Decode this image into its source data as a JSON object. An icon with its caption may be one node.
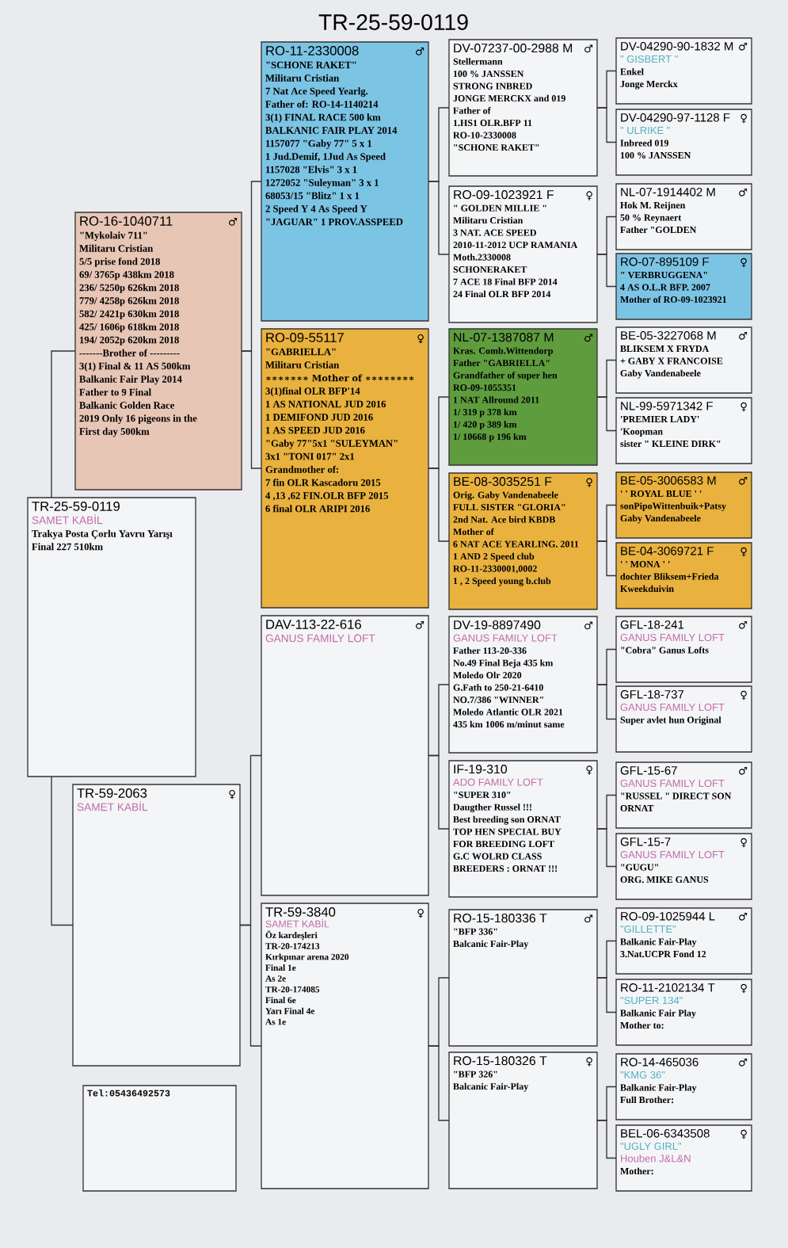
{
  "diagram": {
    "title": "TR-25-59-0119",
    "nodes": [
      {
        "text": [
          "TR-25-59-0119",
          "SAMET KABİL",
          "Trakya Posta Çorlu Yavru Yarışı",
          "Final 227  510km"
        ]
      },
      {
        "text": [
          "RO-16-1040711",
          "♂",
          "\"Mykolaiv 711\"",
          "Militaru Cristian",
          "5/5 prise fond 2018",
          "69/ 3765p 438km 2018",
          "236/ 5250p 626km 2018",
          "779/ 4258p 626km 2018",
          "582/ 2421p 630km 2018",
          "425/ 1606p 618km 2018",
          "194/ 2052p 620km 2018",
          "-------Brother of ---------",
          "3(1) Final & 11 AS 500km",
          "Balkanic Fair Play 2014",
          "Father to 9 Final",
          "Balkanic Golden Race",
          "2019 Only 16 pigeons in the",
          "First day 500km"
        ]
      },
      {
        "text": [
          "TR-59-2063",
          "♀",
          "SAMET KABİL"
        ]
      },
      {
        "text": [
          "RO-11-2330008",
          "♂",
          "\"SCHONE RAKET\"",
          "Militaru Cristian",
          "7 Nat Ace Speed Yearlg.",
          "Father of: RO-14-1140214",
          "3(1) FINAL RACE 500 km",
          "BALKANIC FAIR PLAY 2014",
          "1157077 \"Gaby 77\" 5 x 1",
          "1 Jud.Demif, 1Jud As Speed",
          "1157028 \"Elvis\" 3 x 1",
          "1272052 \"Suleyman\" 3 x 1",
          "68053/15 \"Blitz\" 1 x 1",
          "2 Speed Y 4 As Speed Y",
          "\"JAGUAR\" 1 PROV.ASSPEED"
        ]
      },
      {
        "text": [
          "RO-09-55117",
          "♀",
          "\"GABRIELLA\"",
          "Militaru Cristian",
          "∗∗∗∗∗∗∗ Mother of ∗∗∗∗∗∗∗∗",
          "3(1)final OLR BFP'14",
          "1 AS NATIONAL JUD 2016",
          "1 DEMIFOND JUD 2016",
          "1 AS SPEED JUD 2016",
          "\"Gaby 77\"5x1 \"SULEYMAN\"",
          "3x1  \"TONI 017\" 2x1",
          "Grandmother of:",
          "7 fin OLR Kascadoru 2015",
          "4 ,13 ,62 FIN.OLR BFP 2015",
          "6 final OLR ARIPI 2016"
        ]
      },
      {
        "text": [
          "DAV-113-22-616",
          "♂",
          "GANUS FAMILY LOFT"
        ]
      },
      {
        "text": [
          "TR-59-3840",
          "♀",
          "SAMET KABİL",
          "Öz kardeşleri",
          "TR-20-174213",
          "Kırkpınar arena 2020",
          "Final 1e",
          "As 2e",
          "TR-20-174085",
          "Final 6e",
          "Yarı Final 4e",
          "As 1e"
        ]
      },
      {
        "text": [
          "DV-07237-00-2988 M",
          "♂",
          "Stellermann",
          "100 % JANSSEN",
          "STRONG INBRED",
          "JONGE MERCKX and 019",
          "Father of",
          "1.HS1 OLR.BFP 11",
          "RO-10-2330008",
          "\"SCHONE RAKET\""
        ]
      },
      {
        "text": [
          "RO-09-1023921 F",
          "♀",
          "\" GOLDEN MILLIE \"",
          "Militaru Cristian",
          "3 NAT. ACE SPEED",
          "2010-11-2012 UCP RAMANIA",
          "Moth.2330008",
          "SCHONERAKET",
          "7 ACE 18 Final BFP 2014",
          "24 Final OLR BFP 2014"
        ]
      },
      {
        "text": [
          "NL-07-1387087 M",
          "♂",
          "Kras. Comb.Wittendorp",
          "Father \"GABRIELLA\"",
          "Grandfather of super hen",
          "RO-09-1055351",
          "1 NAT Allround 2011",
          "1/ 319 p 378 km",
          "1/ 420 p 389 km",
          "1/ 10668 p 196 km"
        ]
      },
      {
        "text": [
          "BE-08-3035251 F",
          "♀",
          "Orig. Gaby Vandenabeele",
          "FULL SISTER \"GLORIA\"",
          "2nd Nat. Ace bird KBDB",
          "Mother of",
          "6 NAT ACE YEARLING. 2011",
          "1 AND 2 Speed club",
          "RO-11-2330001,0002",
          "1 , 2 Speed young b.club"
        ]
      },
      {
        "text": [
          "DV-19-8897490",
          "♂",
          "GANUS FAMILY LOFT",
          "Father 113-20-336",
          "No.49 Final Beja 435 km",
          "Moledo Olr 2020",
          "G.Fath to 250-21-6410",
          "NO.7/386 \"WINNER\"",
          "Moledo Atlantic OLR 2021",
          "435 km 1006 m/minut same"
        ]
      },
      {
        "text": [
          "IF-19-310",
          "♀",
          "ADO FAMILY LOFT",
          "\"SUPER 310\"",
          "Daugther Russel !!!",
          "Best breeding son ORNAT",
          "TOP HEN SPECIAL BUY",
          "FOR BREEDING LOFT",
          "G.C WOLRD CLASS",
          "BREEDERS : ORNAT !!!"
        ]
      },
      {
        "text": [
          "RO-15-180336 T",
          "♂",
          "\"BFP 336\"",
          "Balcanic Fair-Play"
        ]
      },
      {
        "text": [
          "RO-15-180326 T",
          "♀",
          "\"BFP 326\"",
          "Balcanic Fair-Play"
        ]
      },
      {
        "text": [
          "DV-04290-90-1832 M",
          "♂",
          "\" GISBERT \"",
          "Enkel",
          "Jonge Merckx"
        ]
      },
      {
        "text": [
          "DV-04290-97-1128 F",
          "♀",
          "\" ULRIKE \"",
          "Inbreed 019",
          "100 % JANSSEN"
        ]
      },
      {
        "text": [
          "NL-07-1914402 M",
          "♂",
          "Hok M. Reijnen",
          "50 % Reynaert",
          "Father \"GOLDEN"
        ]
      },
      {
        "text": [
          "RO-07-895109 F",
          "♀",
          "\" VERBRUGGENA\"",
          "4 AS O.L.R BFP. 2007",
          "Mother of RO-09-1023921"
        ]
      },
      {
        "text": [
          "BE-05-3227068 M",
          "♂",
          "BLIKSEM X FRYDA",
          "+ GABY X FRANCOISE",
          "Gaby Vandenabeele"
        ]
      },
      {
        "text": [
          "NL-99-5971342 F",
          "♀",
          "'PREMIER LADY'",
          "'Koopman",
          "sister \" KLEINE DIRK\""
        ]
      },
      {
        "text": [
          "BE-05-3006583 M",
          "♂",
          "' ' ROYAL BLUE ' '",
          "sonPipoWittenbuik+Patsy",
          "Gaby Vandenabeele"
        ]
      },
      {
        "text": [
          "BE-04-3069721 F",
          "♀",
          "' ' MONA ' '",
          "dochter Bliksem+Frieda",
          "Kweekduivin"
        ]
      },
      {
        "text": [
          "GFL-18-241",
          "♂",
          "GANUS FAMILY LOFT",
          "\"Cobra\" Ganus Lofts"
        ]
      },
      {
        "text": [
          "GFL-18-737",
          "♀",
          "GANUS FAMILY LOFT",
          "Super avlet hun Original"
        ]
      },
      {
        "text": [
          "GFL-15-67",
          "♂",
          "GANUS FAMILY LOFT",
          "\"RUSSEL \" DIRECT SON ORNAT"
        ]
      },
      {
        "text": [
          "GFL-15-7",
          "♀",
          "GANUS FAMILY LOFT",
          "\"GUGU\"",
          "ORG. MIKE GANUS"
        ]
      },
      {
        "text": [
          "RO-09-1025944 L",
          "♂",
          "\"GILLETTE\"",
          "Balkanic Fair-Play",
          "3.Nat.UCPR Fond 12"
        ]
      },
      {
        "text": [
          "RO-11-2102134 T",
          "♀",
          "\"SUPER 134\"",
          "Balkanic Fair Play",
          "Mother to:"
        ]
      },
      {
        "text": [
          "RO-14-465036",
          "♂",
          "\"KMG 36\"",
          "Balkanic Fair-Play",
          "Full Brother:"
        ]
      },
      {
        "text": [
          "BEL-06-6343508",
          "♀",
          "\"UGLY GIRL\"",
          "Houben J&L&N",
          "Mother:"
        ]
      },
      {
        "text": [
          "Tel:05436492573"
        ]
      }
    ],
    "edges": [
      {
        "from": 0,
        "to": 1,
        "arrow": "none"
      },
      {
        "from": 0,
        "to": 2,
        "arrow": "none"
      },
      {
        "from": 1,
        "to": 3,
        "arrow": "none"
      },
      {
        "from": 1,
        "to": 4,
        "arrow": "none"
      },
      {
        "from": 2,
        "to": 5,
        "arrow": "none"
      },
      {
        "from": 2,
        "to": 6,
        "arrow": "none"
      },
      {
        "from": 3,
        "to": 7,
        "arrow": "none"
      },
      {
        "from": 3,
        "to": 8,
        "arrow": "none"
      },
      {
        "from": 4,
        "to": 9,
        "arrow": "none"
      },
      {
        "from": 4,
        "to": 10,
        "arrow": "none"
      },
      {
        "from": 5,
        "to": 11,
        "arrow": "none"
      },
      {
        "from": 5,
        "to": 12,
        "arrow": "none"
      },
      {
        "from": 6,
        "to": 13,
        "arrow": "none"
      },
      {
        "from": 6,
        "to": 14,
        "arrow": "none"
      },
      {
        "from": 7,
        "to": 15,
        "arrow": "none"
      },
      {
        "from": 7,
        "to": 16,
        "arrow": "none"
      },
      {
        "from": 8,
        "to": 17,
        "arrow": "none"
      },
      {
        "from": 8,
        "to": 18,
        "arrow": "none"
      },
      {
        "from": 9,
        "to": 19,
        "arrow": "none"
      },
      {
        "from": 9,
        "to": 20,
        "arrow": "none"
      },
      {
        "from": 10,
        "to": 21,
        "arrow": "none"
      },
      {
        "from": 10,
        "to": 22,
        "arrow": "none"
      },
      {
        "from": 11,
        "to": 23,
        "arrow": "none"
      },
      {
        "from": 11,
        "to": 24,
        "arrow": "none"
      },
      {
        "from": 12,
        "to": 25,
        "arrow": "none"
      },
      {
        "from": 12,
        "to": 26,
        "arrow": "none"
      },
      {
        "from": 13,
        "to": 27,
        "arrow": "none"
      },
      {
        "from": 13,
        "to": 28,
        "arrow": "none"
      },
      {
        "from": 14,
        "to": 29,
        "arrow": "none"
      },
      {
        "from": 14,
        "to": 30,
        "arrow": "none"
      }
    ]
  }
}
